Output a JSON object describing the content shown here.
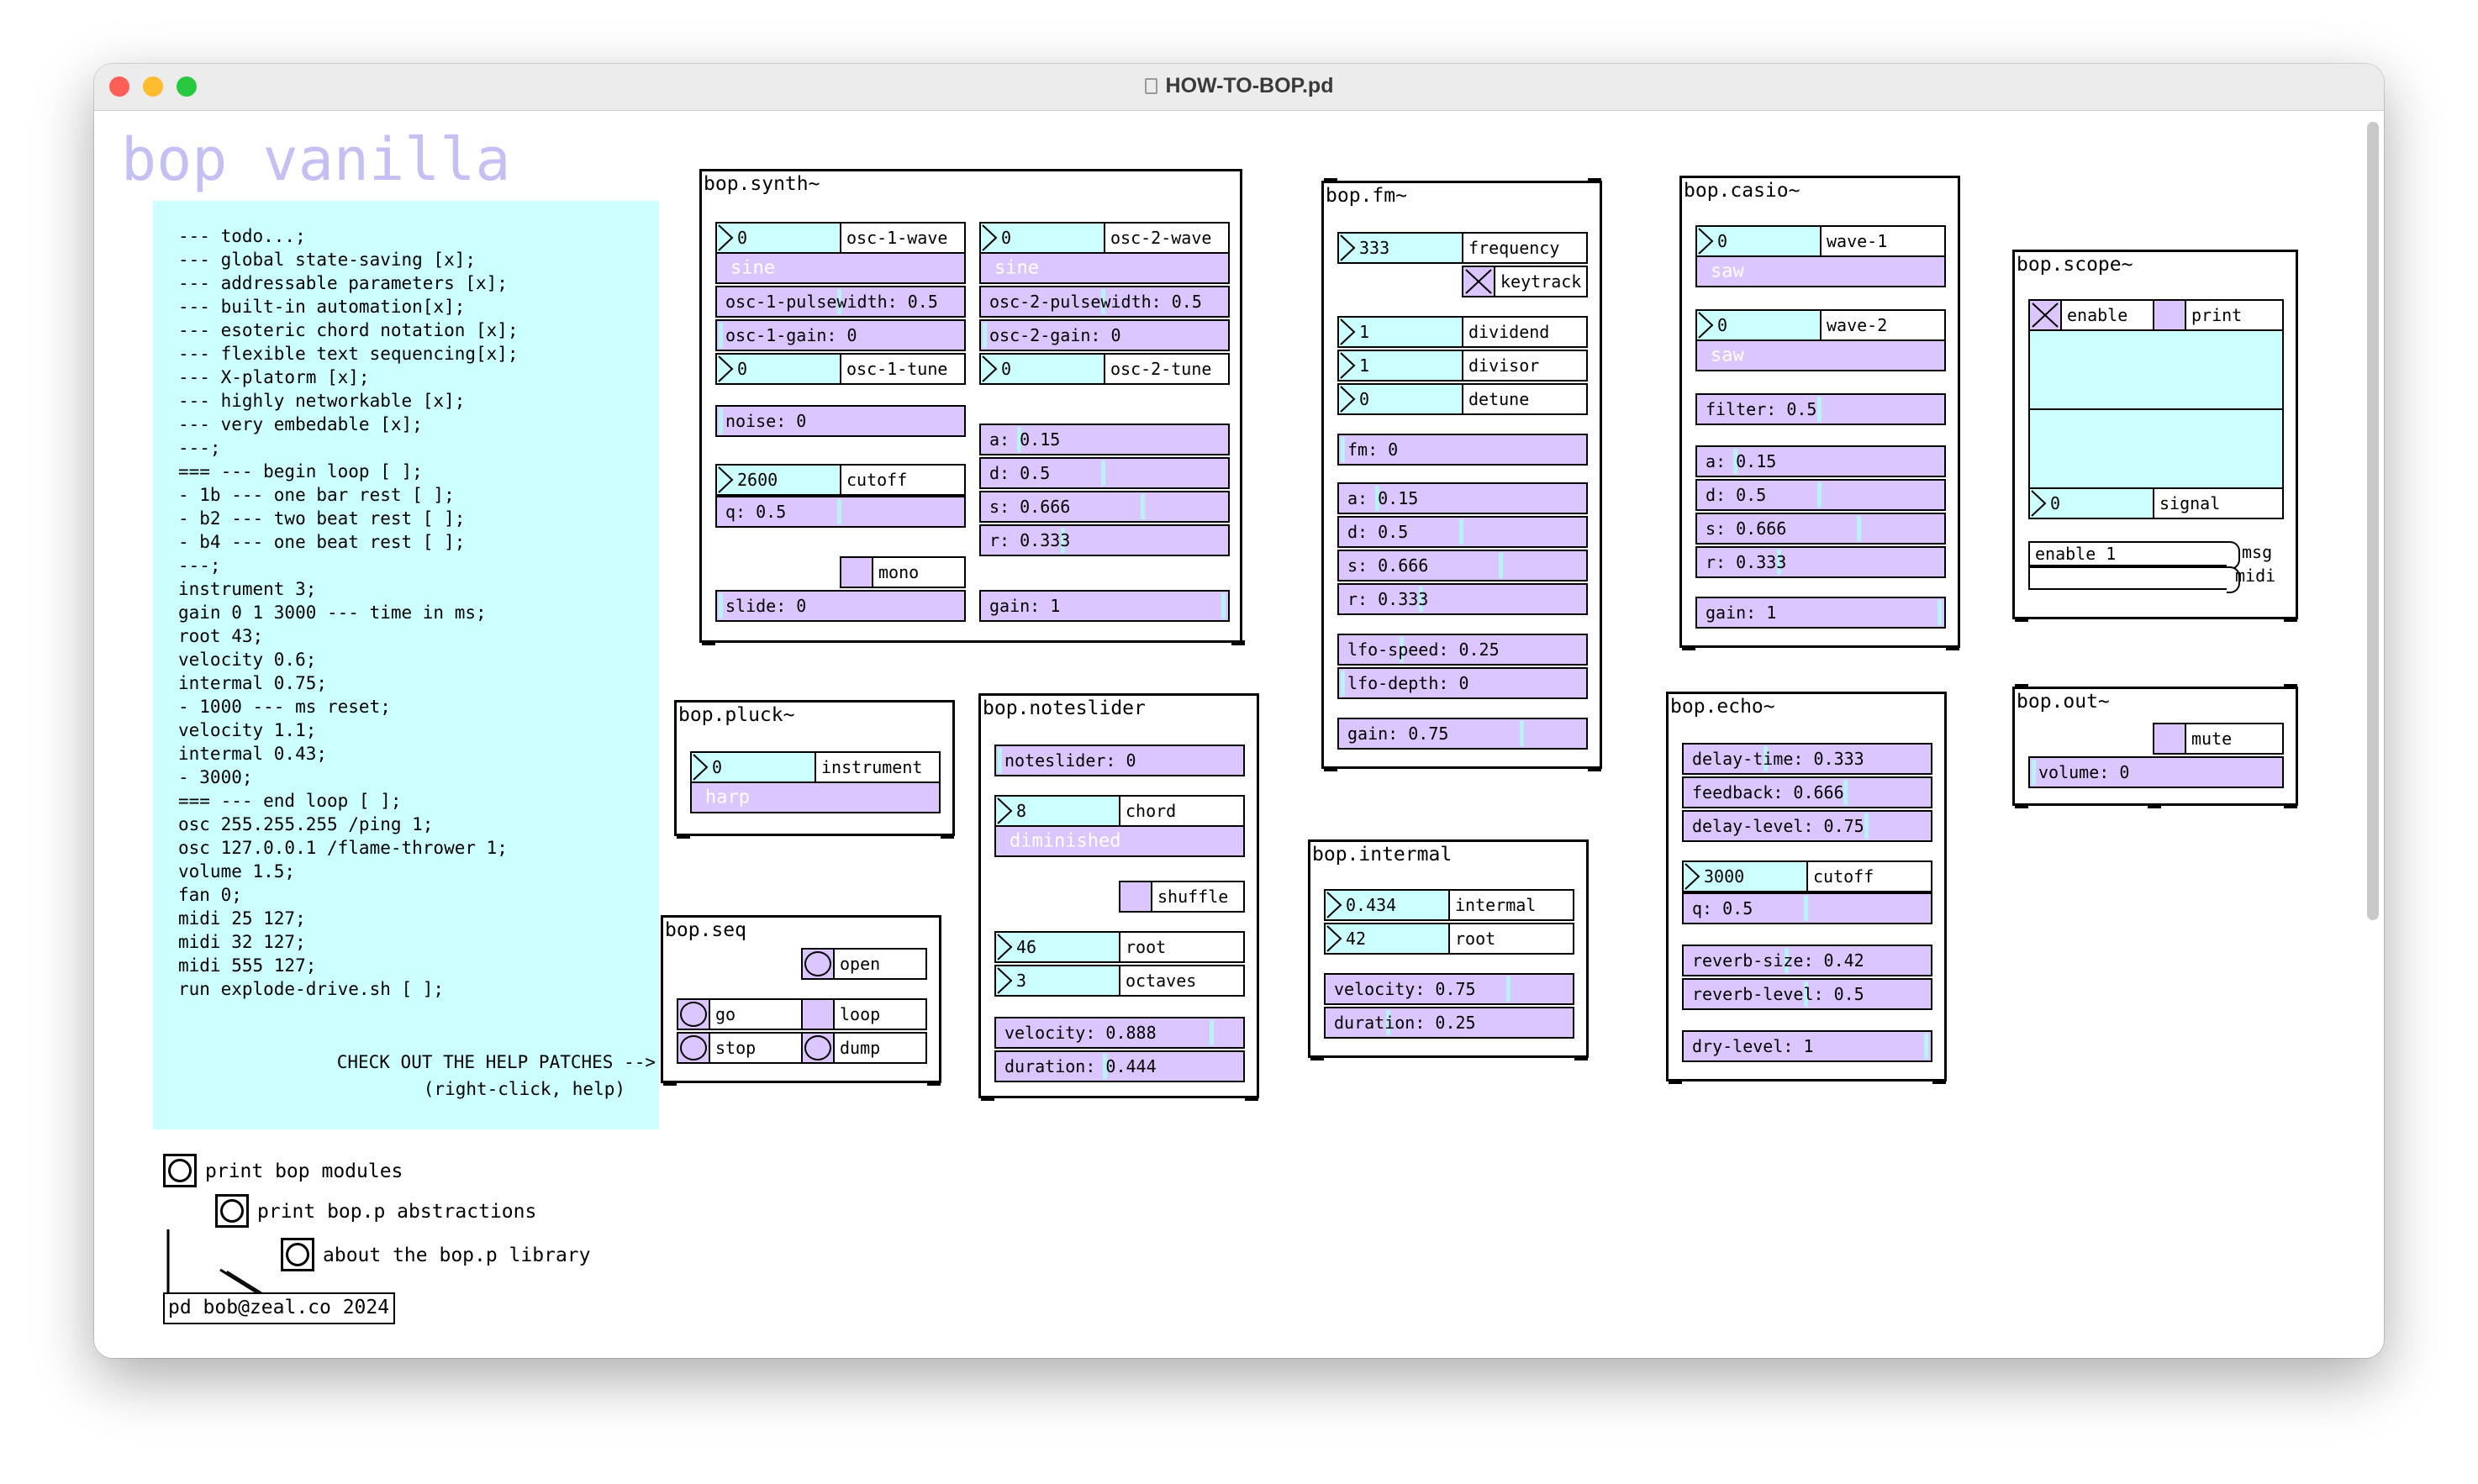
{
  "window": {
    "title": "HOW-TO-BOP.pd",
    "light_colors": [
      "#ff5f57",
      "#febc2e",
      "#28c840"
    ]
  },
  "colors": {
    "canvas_bg": "#ffffff",
    "comment_bg": "#ccffff",
    "slider_bg": "#dcc6ff",
    "title_lilac": "#c4c0f4"
  },
  "patch": {
    "title": "bop vanilla",
    "comment_lines": [
      "--- todo...;",
      "--- global state-saving [x];",
      "--- addressable parameters [x];",
      "--- built-in automation[x];",
      "--- esoteric chord notation [x];",
      "--- flexible text sequencing[x];",
      "--- X-platorm [x];",
      "--- highly networkable [x];",
      "--- very embedable [x];",
      "---;",
      "=== --- begin loop [ ];",
      "- 1b --- one bar rest [ ];",
      "- b2 --- two beat rest [ ];",
      "- b4 --- one beat rest [ ];",
      "---;",
      "instrument 3;",
      "gain 0 1 3000 --- time in ms;",
      "root 43;",
      "velocity 0.6;",
      "intermal 0.75;",
      "- 1000 --- ms reset;",
      "velocity 1.1;",
      "intermal 0.43;",
      "- 3000;",
      "=== --- end loop [ ];",
      "osc 255.255.255 /ping 1;",
      "osc 127.0.0.1 /flame-thrower 1;",
      "volume 1.5;",
      "fan 0;",
      "midi 25 127;",
      "midi 32 127;",
      "midi 555 127;",
      "run explode-drive.sh [ ];"
    ],
    "help_note_1": "CHECK OUT THE HELP PATCHES -->",
    "help_note_2": "(right-click, help)",
    "bottom": {
      "print_modules": "print bop modules",
      "print_abstractions": "print bop.p abstractions",
      "about_library": "about the bop.p library",
      "pd_object": "pd bob@zeal.co 2024"
    }
  },
  "synth": {
    "title": "bop.synth~",
    "osc1_wave_num": "0",
    "osc1_wave_label": "osc-1-wave",
    "osc1_wave_value": "sine",
    "osc1_pulsewidth": "osc-1-pulsewidth: 0.5",
    "osc1_pulsewidth_value": 0.5,
    "osc1_gain": "osc-1-gain: 0",
    "osc1_gain_value": 0,
    "osc1_tune_num": "0",
    "osc1_tune_label": "osc-1-tune",
    "osc2_wave_num": "0",
    "osc2_wave_label": "osc-2-wave",
    "osc2_wave_value": "sine",
    "osc2_pulsewidth": "osc-2-pulsewidth: 0.5",
    "osc2_pulsewidth_value": 0.5,
    "osc2_gain": "osc-2-gain: 0",
    "osc2_gain_value": 0,
    "osc2_tune_num": "0",
    "osc2_tune_label": "osc-2-tune",
    "noise": "noise: 0",
    "noise_value": 0,
    "cutoff_num": "2600",
    "cutoff_label": "cutoff",
    "q": "q: 0.5",
    "q_value": 0.5,
    "a": "a: 0.15",
    "a_value": 0.15,
    "d": "d: 0.5",
    "d_value": 0.5,
    "s": "s: 0.666",
    "s_value": 0.666,
    "r": "r: 0.333",
    "r_value": 0.333,
    "mono_label": "mono",
    "slide": "slide: 0",
    "slide_value": 0,
    "gain": "gain: 1",
    "gain_value": 1
  },
  "fm": {
    "title": "bop.fm~",
    "frequency_num": "333",
    "frequency_label": "frequency",
    "keytrack_label": "keytrack",
    "dividend_num": "1",
    "dividend_label": "dividend",
    "divisor_num": "1",
    "divisor_label": "divisor",
    "detune_num": "0",
    "detune_label": "detune",
    "fm": "fm: 0",
    "fm_value": 0,
    "a": "a: 0.15",
    "a_value": 0.15,
    "d": "d: 0.5",
    "d_value": 0.5,
    "s": "s: 0.666",
    "s_value": 0.666,
    "r": "r: 0.333",
    "r_value": 0.333,
    "lfo_speed": "lfo-speed: 0.25",
    "lfo_speed_value": 0.25,
    "lfo_depth": "lfo-depth: 0",
    "lfo_depth_value": 0,
    "gain": "gain: 0.75",
    "gain_value": 0.75
  },
  "casio": {
    "title": "bop.casio~",
    "wave1_num": "0",
    "wave1_label": "wave-1",
    "wave1_value": "saw",
    "wave2_num": "0",
    "wave2_label": "wave-2",
    "wave2_value": "saw",
    "filter": "filter: 0.5",
    "filter_value": 0.5,
    "a": "a: 0.15",
    "a_value": 0.15,
    "d": "d: 0.5",
    "d_value": 0.5,
    "s": "s: 0.666",
    "s_value": 0.666,
    "r": "r: 0.333",
    "r_value": 0.333,
    "gain": "gain: 1",
    "gain_value": 1
  },
  "scope": {
    "title": "bop.scope~",
    "enable_label": "enable",
    "print_label": "print",
    "signal_num": "0",
    "signal_label": "signal",
    "msg": "enable 1",
    "msg_label": "msg",
    "midi_label": "midi"
  },
  "pluck": {
    "title": "bop.pluck~",
    "instrument_num": "0",
    "instrument_label": "instrument",
    "instrument_value": "harp"
  },
  "seq": {
    "title": "bop.seq",
    "open_label": "open",
    "go_label": "go",
    "loop_label": "loop",
    "stop_label": "stop",
    "dump_label": "dump"
  },
  "noteslider": {
    "title": "bop.noteslider",
    "noteslider": "noteslider: 0",
    "noteslider_value": 0,
    "chord_num": "8",
    "chord_label": "chord",
    "chord_value": "diminished",
    "shuffle_label": "shuffle",
    "root_num": "46",
    "root_label": "root",
    "octaves_num": "3",
    "octaves_label": "octaves",
    "velocity": "velocity: 0.888",
    "velocity_value": 0.888,
    "duration": "duration: 0.444",
    "duration_value": 0.444
  },
  "intermal": {
    "title": "bop.intermal",
    "intermal_num": "0.434",
    "intermal_label": "intermal",
    "root_num": "42",
    "root_label": "root",
    "velocity": "velocity: 0.75",
    "velocity_value": 0.75,
    "duration": "duration: 0.25",
    "duration_value": 0.25
  },
  "echo": {
    "title": "bop.echo~",
    "delay_time": "delay-time: 0.333",
    "delay_time_value": 0.333,
    "feedback": "feedback: 0.666",
    "feedback_value": 0.666,
    "delay_level": "delay-level: 0.75",
    "delay_level_value": 0.75,
    "cutoff_num": "3000",
    "cutoff_label": "cutoff",
    "q": "q: 0.5",
    "q_value": 0.5,
    "reverb_size": "reverb-size: 0.42",
    "reverb_size_value": 0.42,
    "reverb_level": "reverb-level: 0.5",
    "reverb_level_value": 0.5,
    "dry_level": "dry-level: 1",
    "dry_level_value": 1
  },
  "out": {
    "title": "bop.out~",
    "mute_label": "mute",
    "volume": "volume: 0",
    "volume_value": 0
  }
}
